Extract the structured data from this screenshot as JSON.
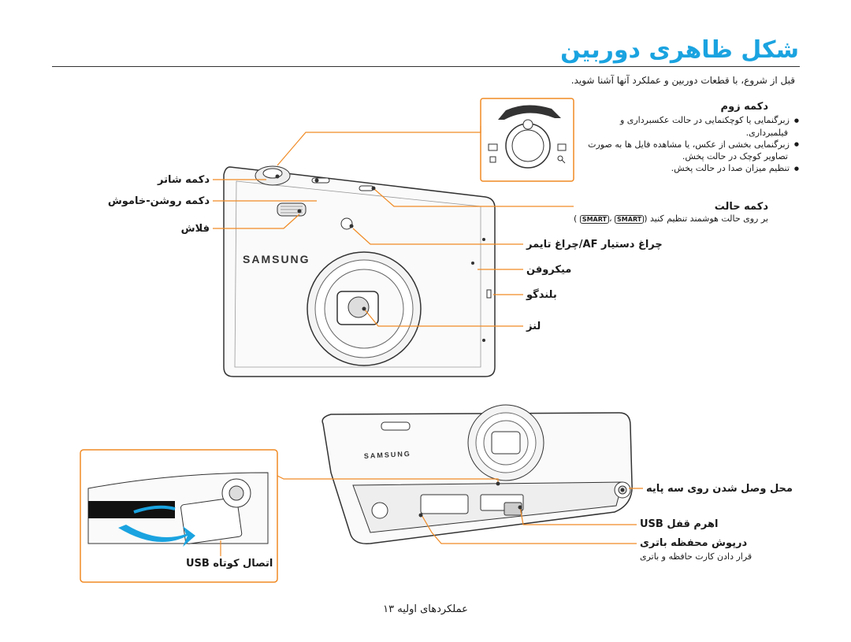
{
  "page": {
    "title": "شکل ظاهری دوربین",
    "intro": "قبل از شروع، با قطعات دوربین و عملکرد آنها آشنا شوید.",
    "page_caption": "عملکردهای اولیه ۱۳"
  },
  "zoom": {
    "heading": "دکمه زوم",
    "bullets": [
      "زبرگنمایی یا کوچکنمایی در حالت عکسبرداری و",
      "زبرگنمایی بخشی از عکس، یا مشاهده فایل ها به صورت",
      "تنظیم میزان صدا در حالت پخش."
    ],
    "continuations": [
      "فیلمبرداری.",
      "تصاویر کوچک در حالت پخش."
    ]
  },
  "labels": {
    "shutter": "دکمه شاتر",
    "power": "دکمه روشن-خاموش",
    "flash": "فلاش",
    "mode": "دکمه حالت",
    "mode_desc": "بر روی حالت هوشمند تنظیم کنید (",
    "mode_sep": " ،",
    "mode_close": " )",
    "af_lamp": "چراغ دستیار AF/چراغ تایمر",
    "microphone": "میکروفن",
    "speaker": "بلندگو",
    "lens": "لنز",
    "tripod": "محل وصل شدن روی سه پایه",
    "usb_port": "اهرم قفل USB",
    "battery_door": "درپوش محفظه باتری",
    "battery_desc": "قرار دادن کارت حافظه و باتری",
    "usb_connector": "اتصال کوتاه USB"
  },
  "camera": {
    "brand": "SAMSUNG",
    "smart_badge": "SMART"
  },
  "colors": {
    "accent": "#1aa3e0",
    "callout": "#f08a24"
  }
}
